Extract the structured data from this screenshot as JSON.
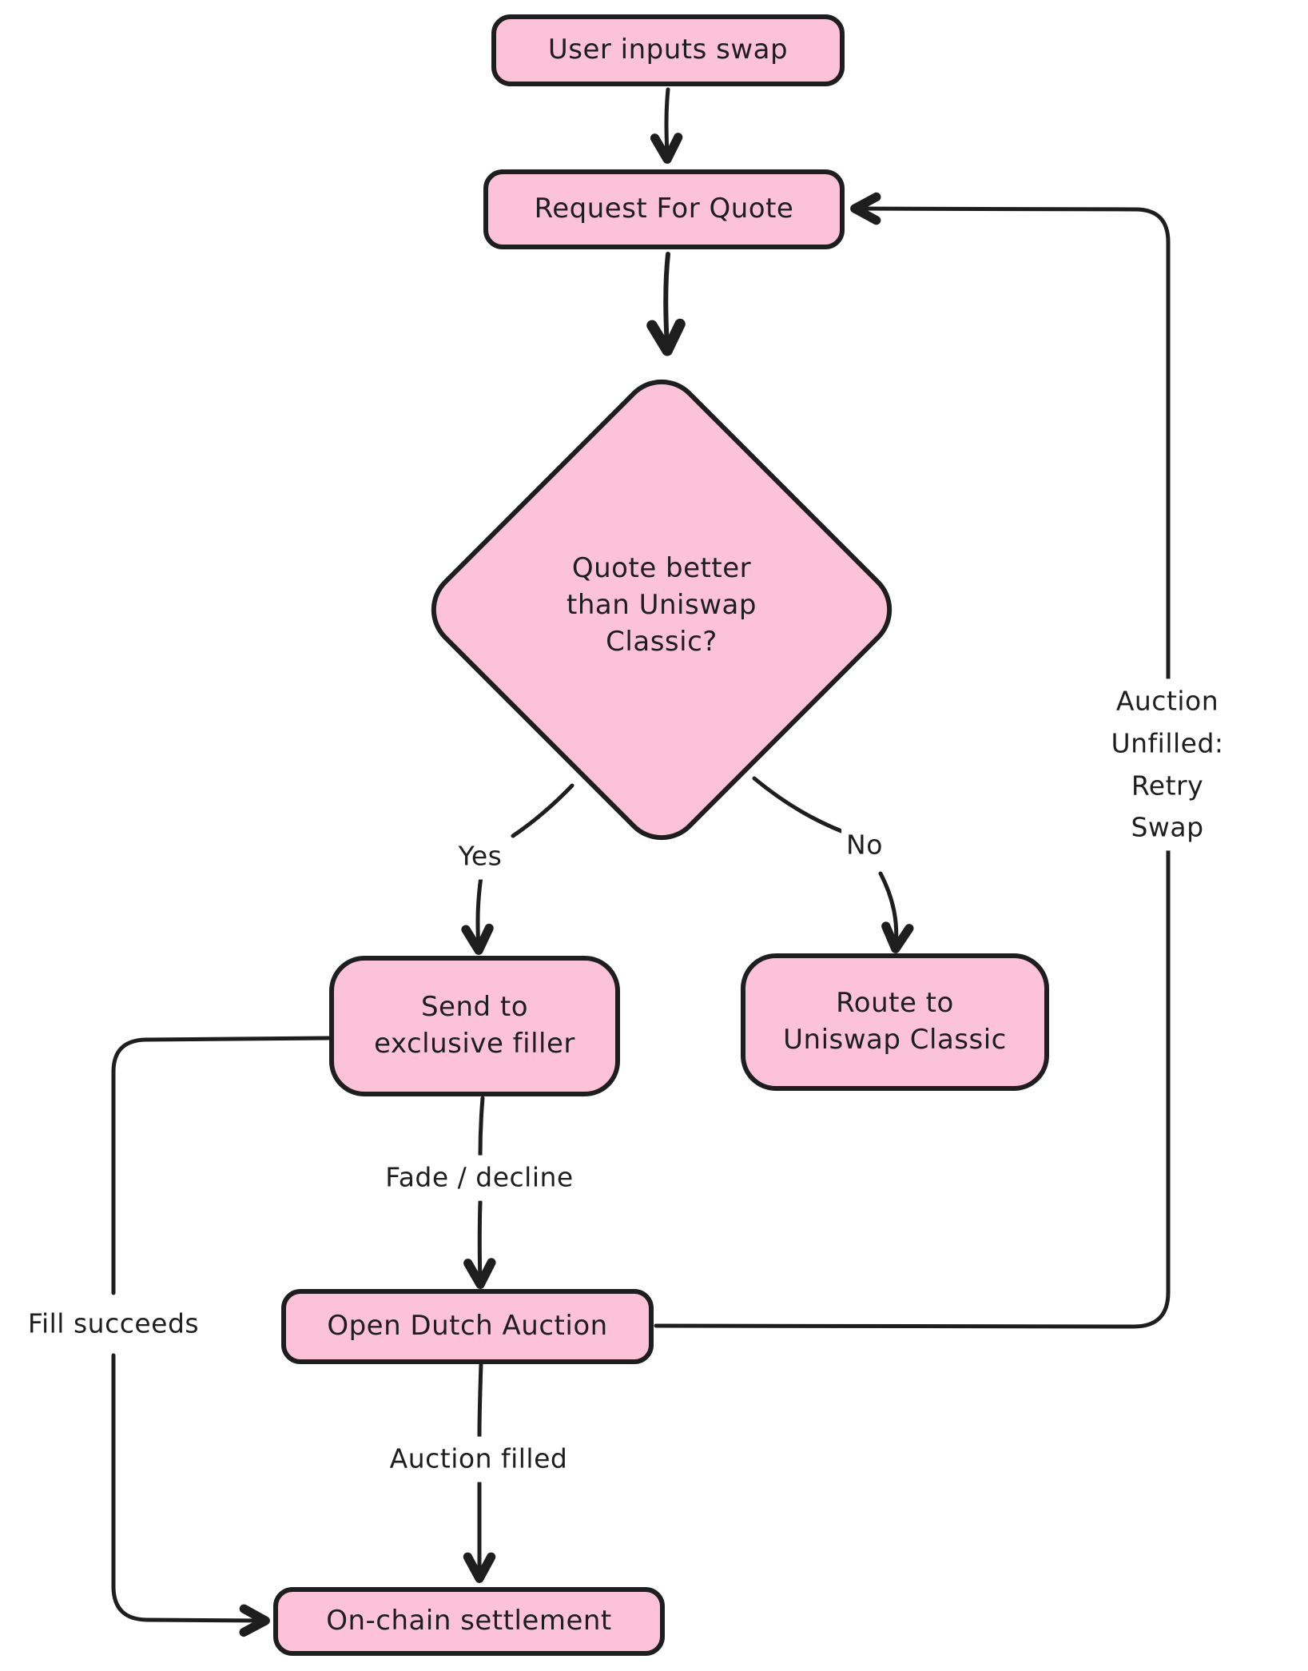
{
  "diagram": {
    "type": "flowchart",
    "style": "hand-drawn",
    "colors": {
      "node_fill": "#fcc2d7",
      "stroke": "#1e1e1e",
      "text": "#1e1e1e",
      "background": "#ffffff"
    },
    "nodes": {
      "user_inputs_swap": {
        "label": "User inputs swap",
        "shape": "rounded-rect"
      },
      "request_for_quote": {
        "label": "Request For Quote",
        "shape": "rounded-rect"
      },
      "quote_better_decision": {
        "label": "Quote better\nthan Uniswap\nClassic?",
        "shape": "diamond"
      },
      "send_exclusive_filler": {
        "label": "Send to\nexclusive filler",
        "shape": "rounded-rect"
      },
      "route_uniswap_classic": {
        "label": "Route to\nUniswap Classic",
        "shape": "rounded-rect"
      },
      "open_dutch_auction": {
        "label": "Open Dutch Auction",
        "shape": "rounded-rect"
      },
      "on_chain_settlement": {
        "label": "On-chain settlement",
        "shape": "rounded-rect"
      }
    },
    "edges": [
      {
        "from": "user_inputs_swap",
        "to": "request_for_quote",
        "label": ""
      },
      {
        "from": "request_for_quote",
        "to": "quote_better_decision",
        "label": ""
      },
      {
        "from": "quote_better_decision",
        "to": "send_exclusive_filler",
        "label": "Yes"
      },
      {
        "from": "quote_better_decision",
        "to": "route_uniswap_classic",
        "label": "No"
      },
      {
        "from": "send_exclusive_filler",
        "to": "open_dutch_auction",
        "label": "Fade / decline"
      },
      {
        "from": "open_dutch_auction",
        "to": "on_chain_settlement",
        "label": "Auction filled"
      },
      {
        "from": "send_exclusive_filler",
        "to": "on_chain_settlement",
        "label": "Fill succeeds"
      },
      {
        "from": "open_dutch_auction",
        "to": "request_for_quote",
        "label": "Auction Unfilled:\nRetry Swap"
      }
    ]
  }
}
